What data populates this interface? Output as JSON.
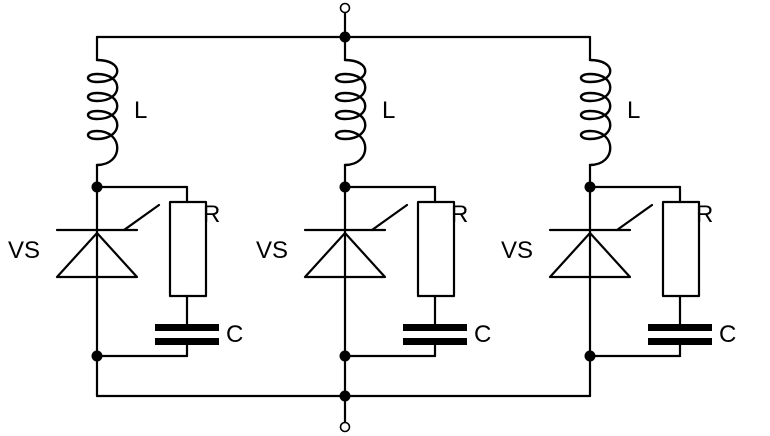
{
  "labels": {
    "inductor": "L",
    "resistor": "R",
    "thyristor": "VS",
    "capacitor": "C"
  },
  "branch_count": 3,
  "colors": {
    "line": "#000000",
    "background": "#ffffff"
  }
}
